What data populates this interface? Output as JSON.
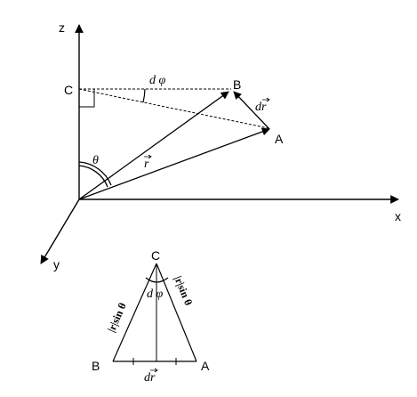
{
  "axes": {
    "z": "z",
    "x": "x",
    "y": "y"
  },
  "points": {
    "C": "C",
    "B": "B",
    "A": "A"
  },
  "angles": {
    "theta": "θ",
    "dphi": "d φ"
  },
  "vectors": {
    "r": "r",
    "dr": "dr"
  },
  "triangle": {
    "apex": "C",
    "left": "B",
    "right": "A",
    "angle": "d φ",
    "base": "dr",
    "left_side": "|r|sin θ",
    "right_side": "|r|sin θ"
  }
}
